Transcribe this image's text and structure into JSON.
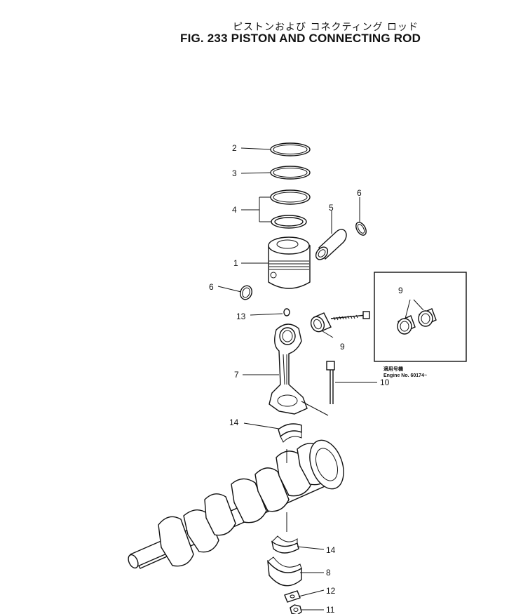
{
  "title": {
    "japanese": "ピストンおよび コネクティング ロッド",
    "english": "FIG. 233  PISTON AND CONNECTING ROD"
  },
  "callouts": {
    "c1": "1",
    "c2": "2",
    "c3": "3",
    "c4": "4",
    "c5": "5",
    "c6a": "6",
    "c6b": "6",
    "c7": "7",
    "c8": "8",
    "c9a": "9",
    "c9b": "9",
    "c10": "10",
    "c11": "11",
    "c12": "12",
    "c13": "13",
    "c14a": "14",
    "c14b": "14"
  },
  "inset_note": {
    "line1": "適用号機",
    "line2": "Engine No. 60174~"
  }
}
